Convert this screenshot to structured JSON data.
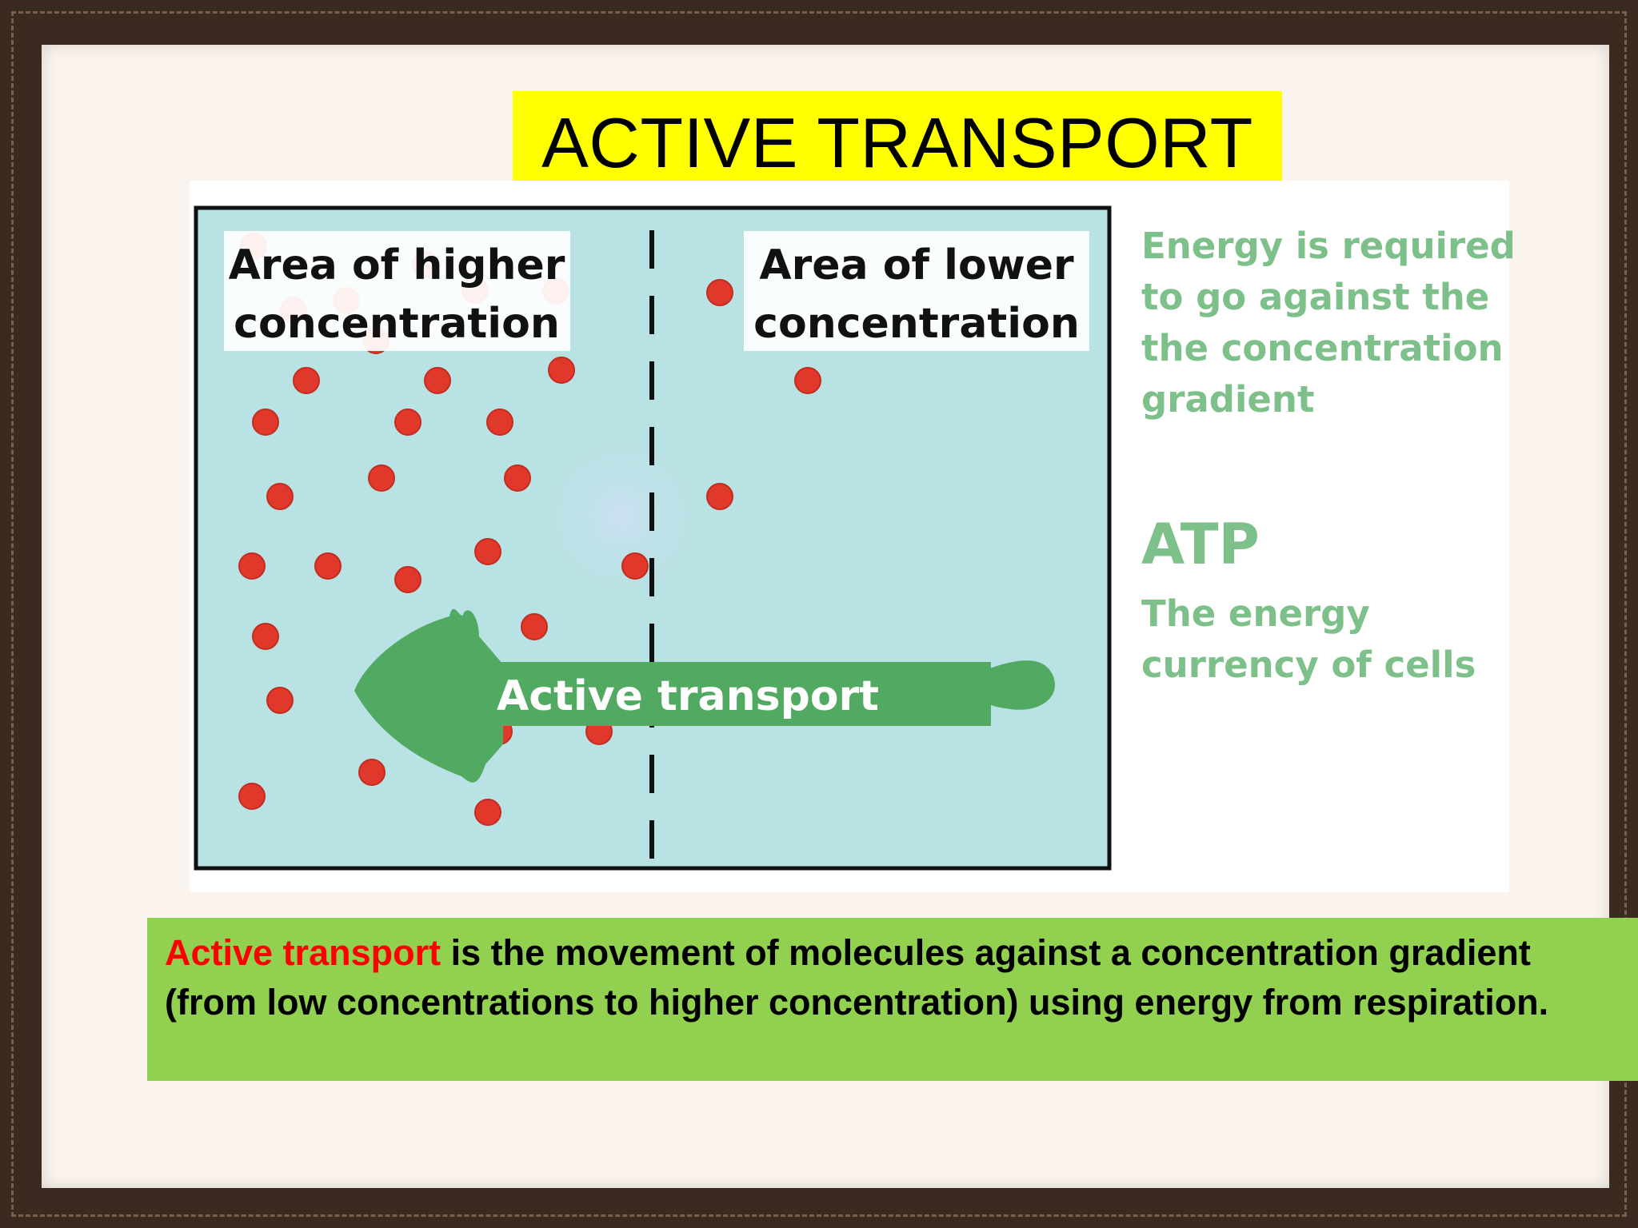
{
  "slide": {
    "title": "ACTIVE TRANSPORT"
  },
  "diagram": {
    "left_label": [
      "Area of higher",
      "concentration"
    ],
    "right_label": [
      "Area of lower",
      "concentration"
    ],
    "arrow_label": "Active transport",
    "colors": {
      "water": "#b9e2e4",
      "molecule": "#e0392b",
      "arrow": "#52aa62",
      "border": "#111111",
      "label_box": "#ffffff"
    }
  },
  "side_notes": {
    "energy": "Energy is required to go against the the concentration gradient",
    "atp_heading": "ATP",
    "atp_desc": "The energy currency of cells"
  },
  "definition": {
    "term": "Active transport",
    "body": " is the movement of molecules against a concentration gradient (from low concentrations to higher concentration) using energy from respiration."
  }
}
